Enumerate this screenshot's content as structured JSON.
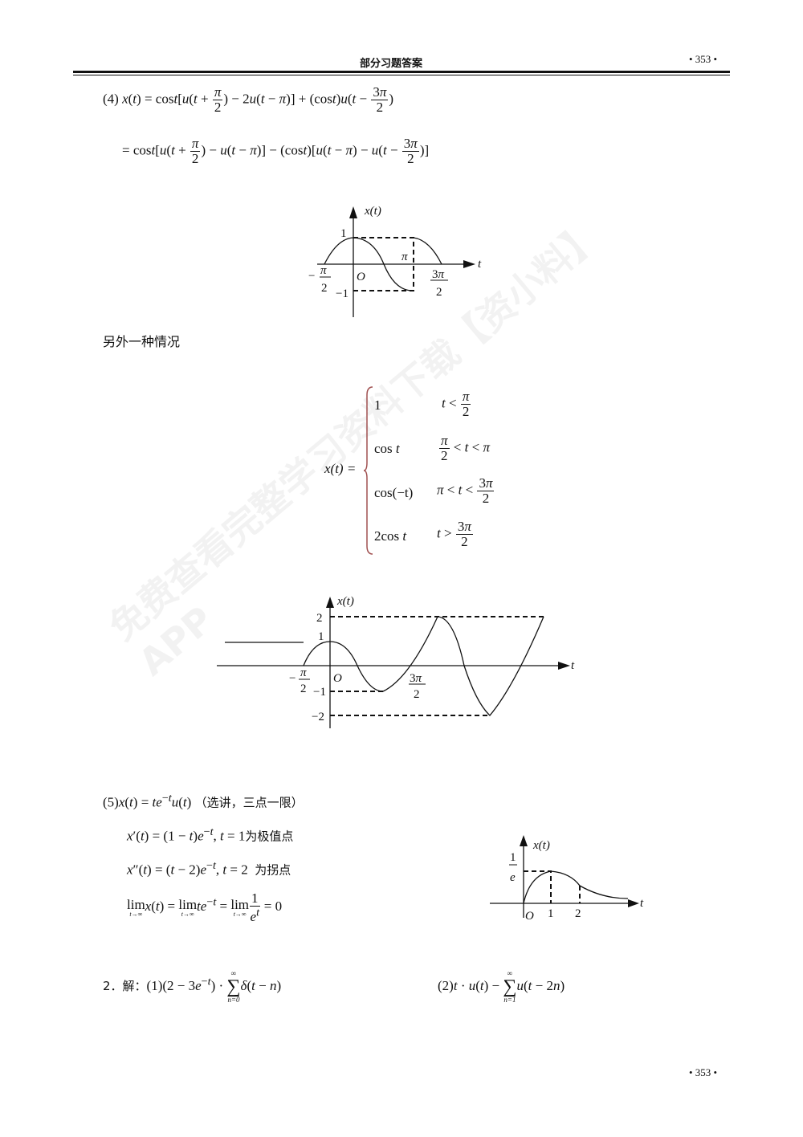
{
  "header": {
    "title": "部分习题答案",
    "page_number": "• 353 •"
  },
  "footer": {
    "page_number": "• 353 •"
  },
  "watermark": "免费查看完整学习资料下载【资小料】APP",
  "part4": {
    "label": "(4)",
    "alt_case_text": "另外一种情况"
  },
  "graph1": {
    "ylabel": "x(t)",
    "xlabel": "t",
    "ticks": {
      "one": "1",
      "minus_one": "−1",
      "pi": "π",
      "origin": "O"
    }
  },
  "piecewise": {
    "lhs": "x(t) =",
    "rows": [
      {
        "expr": "1"
      },
      {
        "expr": "cos t"
      },
      {
        "expr": "cos(−t)"
      },
      {
        "expr": "2cos t"
      }
    ]
  },
  "graph2": {
    "ylabel": "x(t)",
    "xlabel": "t",
    "ticks": {
      "two": "2",
      "one": "1",
      "minus_one": "−1",
      "minus_two": "−2",
      "origin": "O"
    }
  },
  "part5": {
    "label": "(5)",
    "note": "（选讲，三点一限）",
    "extremum_note": "为极值点",
    "inflection_note": "为拐点"
  },
  "graph3": {
    "ylabel": "x(t)",
    "xlabel": "t",
    "ticks": {
      "origin": "O",
      "one": "1",
      "two": "2"
    }
  },
  "q2": {
    "label": "2．解：",
    "part1": "(1)",
    "part2": "(2)"
  }
}
